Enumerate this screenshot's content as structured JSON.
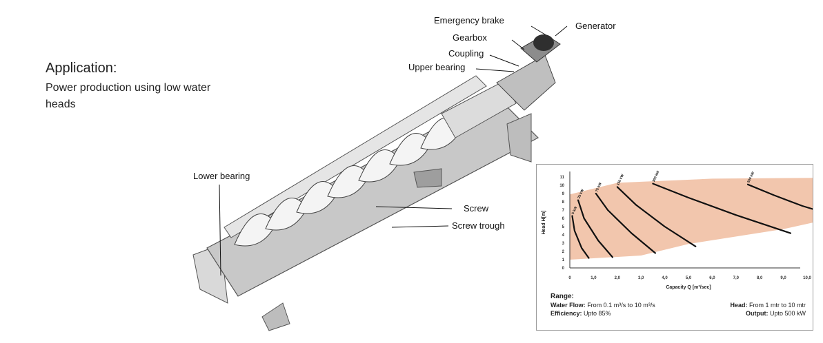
{
  "application": {
    "title": "Application:",
    "description": "Power production using  low water heads"
  },
  "diagram_labels": {
    "emergency_brake": "Emergency brake",
    "gearbox": "Gearbox",
    "generator": "Generator",
    "coupling": "Coupling",
    "upper_bearing": "Upper bearing",
    "lower_bearing": "Lower bearing",
    "screw": "Screw",
    "screw_trough": "Screw trough"
  },
  "colors": {
    "chart_fill": "#f2c6ad",
    "curve": "#111111",
    "steel": "#c8c8c8",
    "steel_dark": "#6b6b6b"
  },
  "chart_data": {
    "type": "line",
    "title": "",
    "xlabel": "Capacity Q [m³/sec]",
    "ylabel": "Head H[m]",
    "xlim": [
      0,
      10
    ],
    "ylim": [
      0,
      11
    ],
    "x_ticks": [
      "0",
      "1,0",
      "2,0",
      "3,0",
      "4,0",
      "5,0",
      "6,0",
      "7,0",
      "8,0",
      "9,0",
      "10,0"
    ],
    "y_ticks": [
      "0",
      "1",
      "2",
      "3",
      "4",
      "5",
      "6",
      "7",
      "8",
      "9",
      "10",
      "11"
    ],
    "series": [
      {
        "name": "5 kW",
        "x": [
          0.1,
          0.2,
          0.5,
          0.8
        ],
        "y": [
          6.3,
          4.5,
          2.4,
          1.2
        ]
      },
      {
        "name": "25 kW",
        "x": [
          0.35,
          0.6,
          1.2,
          1.8
        ],
        "y": [
          8.2,
          6.0,
          3.3,
          1.3
        ]
      },
      {
        "name": "75 kW",
        "x": [
          1.1,
          1.6,
          2.6,
          3.6
        ],
        "y": [
          9.0,
          7.0,
          4.2,
          1.8
        ]
      },
      {
        "name": "150 kW",
        "x": [
          2.0,
          2.8,
          4.0,
          5.3
        ],
        "y": [
          9.8,
          7.6,
          5.0,
          2.6
        ]
      },
      {
        "name": "300 kW",
        "x": [
          3.5,
          5.0,
          7.0,
          9.3
        ],
        "y": [
          10.2,
          8.5,
          6.4,
          4.2
        ]
      },
      {
        "name": "500 kW",
        "x": [
          7.5,
          8.6,
          9.8,
          11.3
        ],
        "y": [
          10.1,
          8.8,
          7.5,
          6.2
        ]
      }
    ]
  },
  "range": {
    "title": "Range:",
    "water_flow_label": "Water Flow:",
    "water_flow_value": "From 0.1 m³/s to 10 m³/s",
    "head_label": "Head:",
    "head_value": "From 1 mtr to 10 mtr",
    "efficiency_label": "Efficiency:",
    "efficiency_value": "Upto 85%",
    "output_label": "Output:",
    "output_value": "Upto 500 kW"
  }
}
